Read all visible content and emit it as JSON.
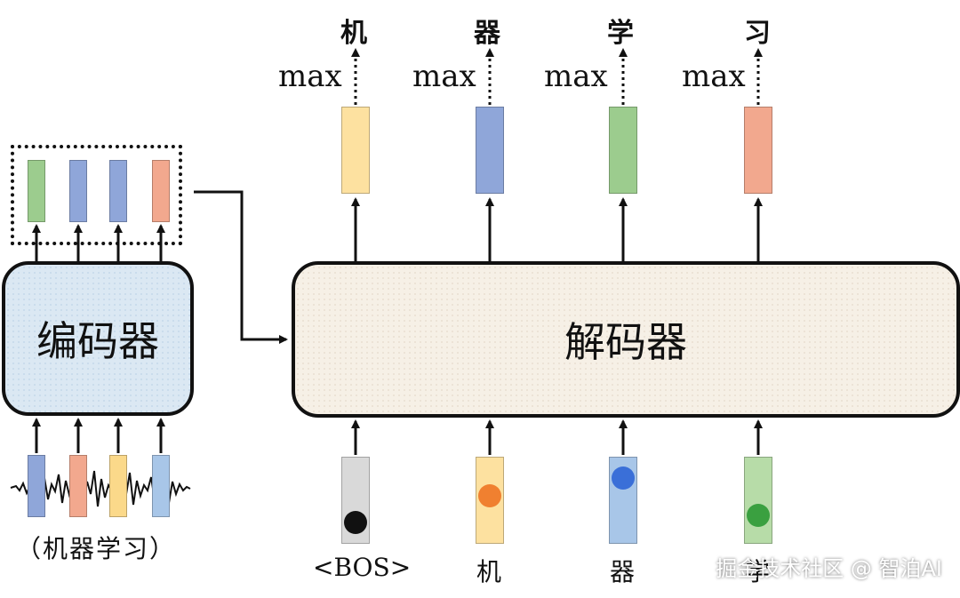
{
  "encoder": {
    "label": "编码器",
    "input_caption": "（机器学习）",
    "input_colors": [
      "#8fa6d9",
      "#f2a88e",
      "#fbd98a",
      "#a8c6e8"
    ],
    "output_colors": [
      "#9ccc8e",
      "#8fa6d9",
      "#8fa6d9",
      "#f2a88e"
    ]
  },
  "decoder": {
    "label": "解码器",
    "outputs": [
      {
        "max": "max",
        "char": "机",
        "color": "#fde1a0"
      },
      {
        "max": "max",
        "char": "器",
        "color": "#8fa6d9"
      },
      {
        "max": "max",
        "char": "学",
        "color": "#9ccc8e"
      },
      {
        "max": "max",
        "char": "习",
        "color": "#f2a88e"
      }
    ],
    "inputs": [
      {
        "label": "<BOS>",
        "color": "#d9d9d9",
        "dot": "#111111"
      },
      {
        "label": "机",
        "color": "#fde1a0",
        "dot": "#f08030"
      },
      {
        "label": "器",
        "color": "#a8c6e8",
        "dot": "#3a6fd8"
      },
      {
        "label": "学",
        "color": "#b7dca8",
        "dot": "#3aa040"
      }
    ]
  },
  "watermark": "掘金技术社区 @ 智泊AI"
}
